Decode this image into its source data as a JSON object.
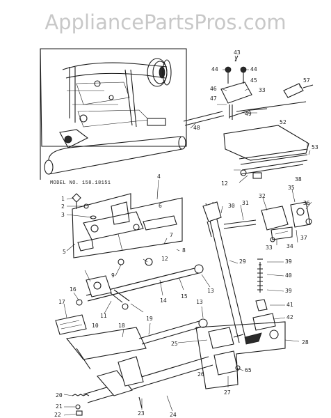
{
  "watermark": "AppliancePartsPros.com",
  "model_label": "MODEL NO. 158.18151",
  "callouts": {
    "c1": "1",
    "c2": "2",
    "c3": "3",
    "c4": "4",
    "c5": "5",
    "c6": "6",
    "c7": "7",
    "c8": "8",
    "c9": "9",
    "c10": "10",
    "c11": "11",
    "c12": "12",
    "c13": "13",
    "c14": "14",
    "c15": "15",
    "c16": "16",
    "c17": "17",
    "c18": "18",
    "c19": "19",
    "c20": "20",
    "c21": "21",
    "c22": "22",
    "c23": "23",
    "c24": "24",
    "c25": "25",
    "c26": "26",
    "c27": "27",
    "c28": "28",
    "c29": "29",
    "c30": "30",
    "c31": "31",
    "c32": "32",
    "c33": "33",
    "c34": "34",
    "c35": "35",
    "c36": "36",
    "c37": "37",
    "c38": "38",
    "c39": "39",
    "c40": "40",
    "c41": "41",
    "c42": "42",
    "c43": "43",
    "c44": "44",
    "c45": "45",
    "c46": "46",
    "c47": "47",
    "c48": "48",
    "c49": "49",
    "c52": "52",
    "c53": "53",
    "c57": "57",
    "c65": "65"
  },
  "colors": {
    "ink": "#1a1a1a",
    "watermark": "#c8c8c8",
    "paper": "#ffffff"
  }
}
